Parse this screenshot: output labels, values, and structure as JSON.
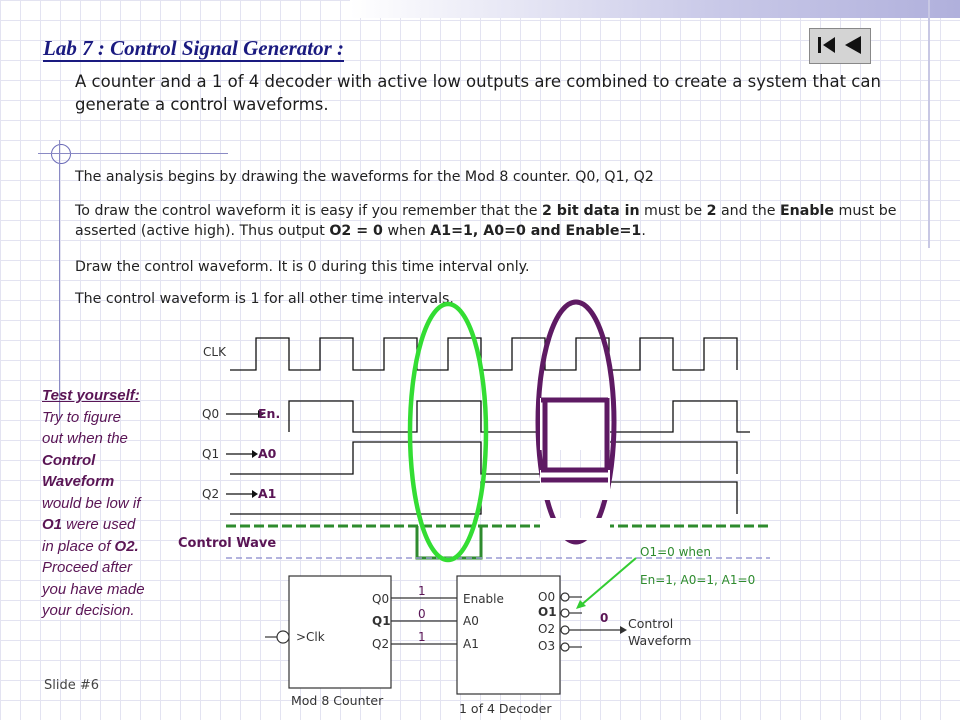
{
  "slide": {
    "title": "Lab 7 : Control Signal Generator :",
    "intro": "A counter and a 1 of 4 decoder with active low outputs are combined to create a system that can generate a control waveforms.",
    "para1": "The analysis begins by drawing the waveforms for the Mod 8 counter. Q0, Q1, Q2",
    "para2_parts": [
      "To draw the control waveform it is easy if you remember that the ",
      "2 bit data in",
      " must be ",
      "2",
      " and the ",
      "Enable",
      " must be asserted (active high). Thus output ",
      "O2 = 0",
      " when ",
      "A1=1, A0=0 and Enable=1",
      "."
    ],
    "para3": "Draw the control waveform. It is 0 during this time interval only.",
    "para4": "The control waveform is 1 for all other time intervals.",
    "slide_number": "Slide #6"
  },
  "nav": {
    "first_icon": "skip-to-first-icon",
    "back_icon": "previous-slide-icon"
  },
  "test_yourself": {
    "heading": "Test yourself:",
    "lines": [
      {
        "text": "Try to figure",
        "bold": false
      },
      {
        "text": "out when the",
        "bold": false
      },
      {
        "text": "Control",
        "bold": true
      },
      {
        "text": "Waveform",
        "bold": true
      },
      {
        "text": "would be low if",
        "bold": false
      },
      {
        "text": "O1",
        "bold": true,
        "suffix": " were used"
      },
      {
        "text": "in place of ",
        "bold": false,
        "boldsuffix": "O2."
      },
      {
        "text": "Proceed after",
        "bold": false
      },
      {
        "text": "you have made",
        "bold": false
      },
      {
        "text": "your decision.",
        "bold": false
      }
    ]
  },
  "timing": {
    "clk_label": "CLK",
    "q0_label": "Q0",
    "q1_label": "Q1",
    "q2_label": "Q2",
    "q0_signal": "En.",
    "q1_signal": "A0",
    "q2_signal": "A1",
    "control_label": "Control Wave",
    "o1_note_1": "O1=0 when",
    "o1_note_2": "En=1, A0=1, A1=0",
    "colors": {
      "highlight_green": "#33dd33",
      "highlight_purple": "#5e1a63",
      "wave_green": "#2e8b2e",
      "signal_label": "#5a1555"
    }
  },
  "circuit": {
    "counter_name": "Mod 8 Counter",
    "counter_clk": ">Clk",
    "counter_outputs": [
      "Q0",
      "Q1",
      "Q2"
    ],
    "bit_values": [
      "1",
      "0",
      "1"
    ],
    "decoder_name": "1 of 4 Decoder",
    "decoder_inputs": [
      "Enable",
      "A0",
      "A1"
    ],
    "decoder_outputs": [
      "O0",
      "O1",
      "O2",
      "O3"
    ],
    "output_value": "0",
    "output_label_1": "Control",
    "output_label_2": "Waveform"
  }
}
